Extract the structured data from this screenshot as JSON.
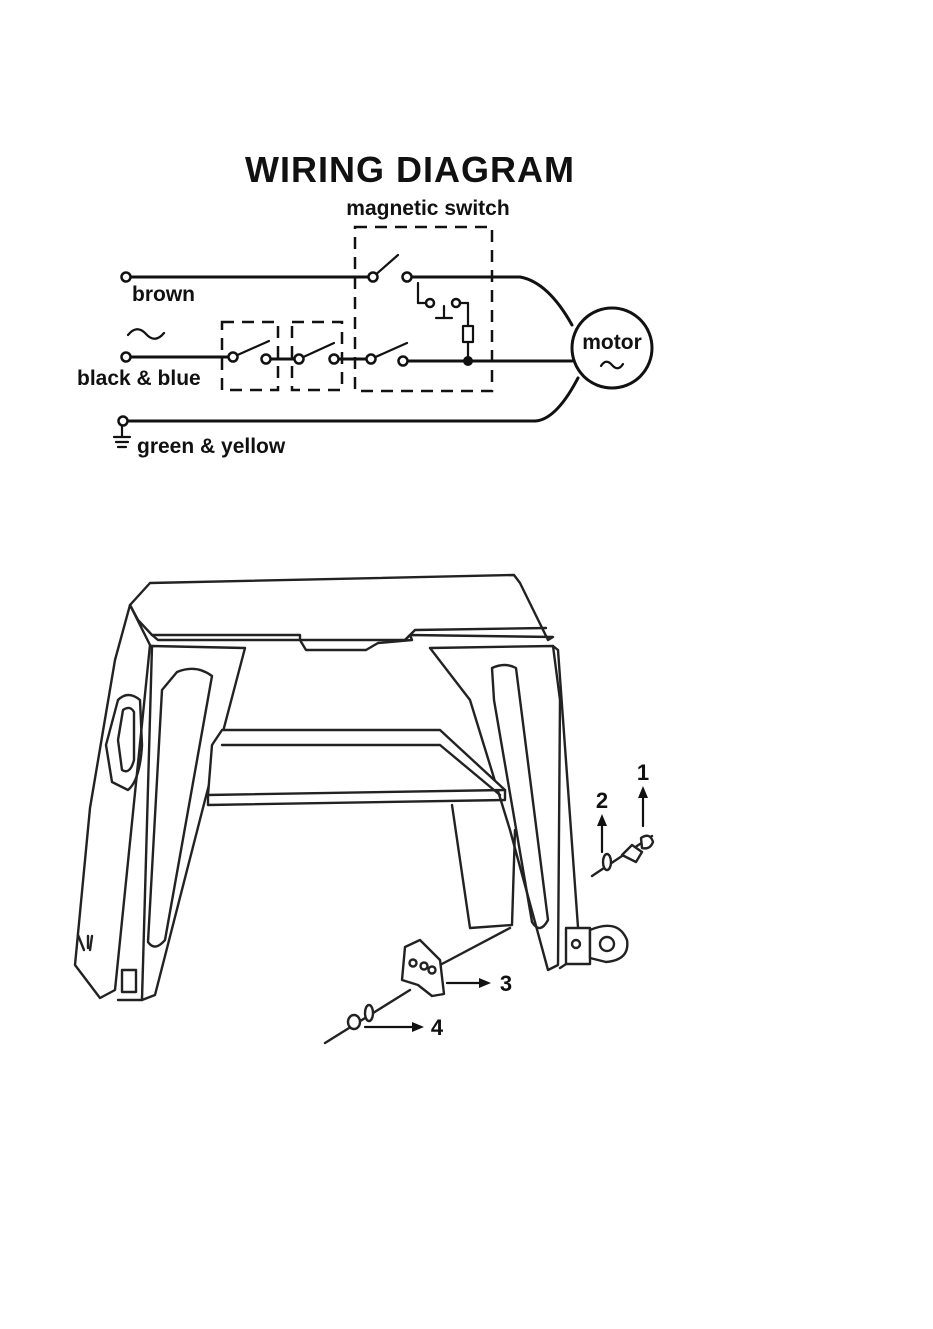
{
  "wiring_diagram": {
    "title": "WIRING   DIAGRAM",
    "magnetic_switch_label": "magnetic switch",
    "motor_label": "motor",
    "ac_symbol": "~",
    "wires": {
      "brown": "brown",
      "black_blue": "black & blue",
      "green_yellow": "green & yellow"
    }
  },
  "assembly": {
    "callouts": [
      "1",
      "2",
      "3",
      "4"
    ]
  }
}
